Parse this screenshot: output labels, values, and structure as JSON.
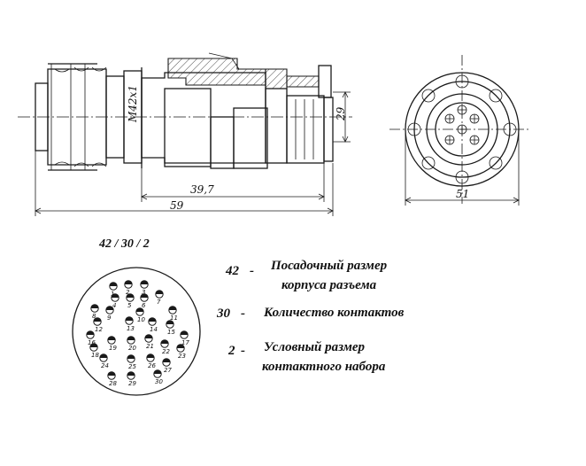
{
  "dimensions": {
    "thread": "M42x1",
    "d29": "29",
    "d39_7": "39,7",
    "d59": "59",
    "d51": "51"
  },
  "code": "42 / 30 / 2",
  "legend": [
    {
      "num": "42",
      "dash": "-",
      "line1": "Посадочный размер",
      "line2": "корпуса разъема"
    },
    {
      "num": "30",
      "dash": "-",
      "line1": "Количество контактов",
      "line2": ""
    },
    {
      "num": "2",
      "dash": "-",
      "line1": "Условный размер",
      "line2": "контактного набора"
    }
  ],
  "pins": [
    "1",
    "2",
    "3",
    "4",
    "5",
    "6",
    "7",
    "8",
    "9",
    "10",
    "11",
    "12",
    "13",
    "14",
    "15",
    "16",
    "17",
    "18",
    "19",
    "20",
    "21",
    "22",
    "23",
    "24",
    "25",
    "26",
    "27",
    "28",
    "29",
    "30"
  ]
}
